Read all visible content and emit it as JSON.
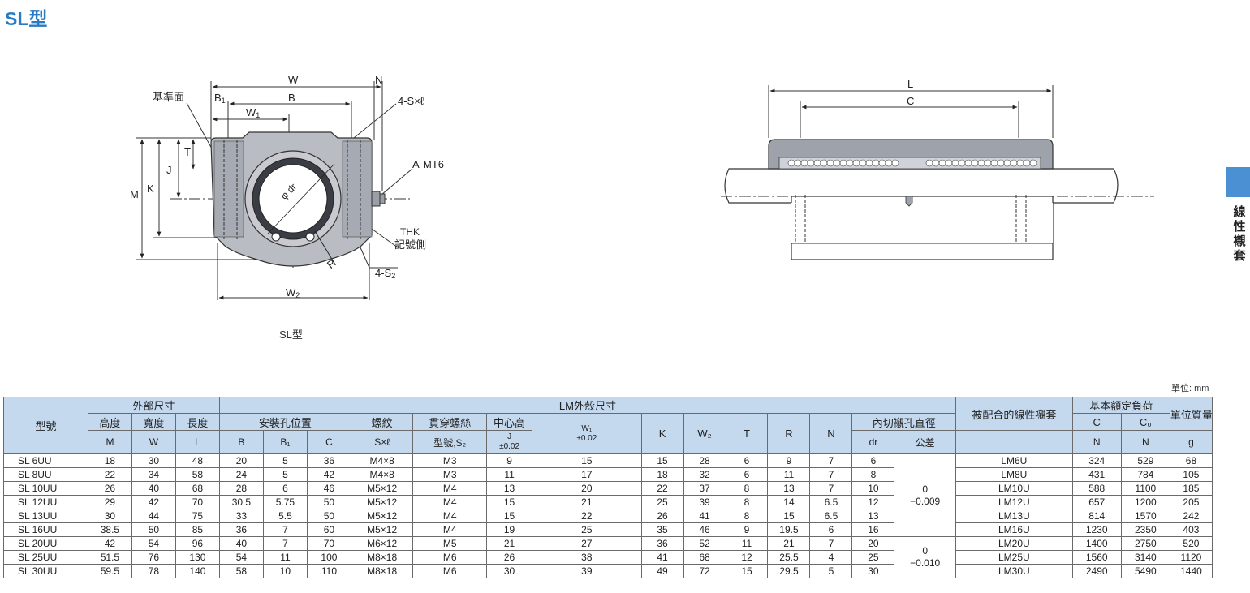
{
  "page": {
    "title": "SL型",
    "caption": "SL型",
    "side_label": "線性襯套",
    "unit": "單位: mm"
  },
  "diagram_front": {
    "labels": {
      "W": "W",
      "N": "N",
      "B1": "B",
      "B1_sub": "1",
      "B": "B",
      "W1": "W",
      "W1_sub": "1",
      "ref_face": "基準面",
      "sxl": "4-S×ℓ",
      "T": "T",
      "J": "J",
      "K": "K",
      "M": "M",
      "amt": "A-MT6",
      "thk": "THK",
      "mark_side": "記號側",
      "dr": "φ dr",
      "R": "R",
      "s2": "4-S",
      "s2_sub": "2",
      "W2": "W",
      "W2_sub": "2"
    }
  },
  "diagram_side": {
    "labels": {
      "L": "L",
      "C": "C"
    }
  },
  "table": {
    "head": {
      "model": "型號",
      "outer": "外部尺寸",
      "housing": "LM外殼尺寸",
      "mounting": "安裝孔位置",
      "thread": "螺紋",
      "through": "貫穿螺絲",
      "center_height": "中心高",
      "inscribed": "內切襯孔直徑",
      "bushing": "被配合的線性襯套",
      "load": "基本額定負荷",
      "mass": "單位質量",
      "height": "高度",
      "width": "寬度",
      "length": "長度",
      "M": "M",
      "W": "W",
      "L": "L",
      "B": "B",
      "B1": "B₁",
      "C": "C",
      "sxl": "S×ℓ",
      "s2": "型號,S₂",
      "J": "J",
      "J_tol": "±0.02",
      "W1": "W₁",
      "W1_tol": "±0.02",
      "K": "K",
      "W2": "W₂",
      "T": "T",
      "R": "R",
      "N": "N",
      "dr": "dr",
      "tolerance": "公差",
      "C_load": "C",
      "C0_load": "C₀",
      "N_unit": "N",
      "N_unit2": "N",
      "g_unit": "g"
    },
    "tolerance_groups": [
      {
        "upper": "0",
        "lower": "−0.009"
      },
      {
        "upper": "0",
        "lower": "−0.010"
      }
    ],
    "rows": [
      {
        "model": "SL 6UU",
        "M": "18",
        "W": "30",
        "L": "48",
        "B": "20",
        "B1": "5",
        "C": "36",
        "sxl": "M4×8",
        "s2": "M3",
        "J": "9",
        "W1": "15",
        "K": "15",
        "W2": "28",
        "T": "6",
        "R": "9",
        "N": "7",
        "dr": "6",
        "bushing": "LM6U",
        "C_load": "324",
        "C0_load": "529",
        "mass": "68"
      },
      {
        "model": "SL 8UU",
        "M": "22",
        "W": "34",
        "L": "58",
        "B": "24",
        "B1": "5",
        "C": "42",
        "sxl": "M4×8",
        "s2": "M3",
        "J": "11",
        "W1": "17",
        "K": "18",
        "W2": "32",
        "T": "6",
        "R": "11",
        "N": "7",
        "dr": "8",
        "bushing": "LM8U",
        "C_load": "431",
        "C0_load": "784",
        "mass": "105"
      },
      {
        "model": "SL 10UU",
        "M": "26",
        "W": "40",
        "L": "68",
        "B": "28",
        "B1": "6",
        "C": "46",
        "sxl": "M5×12",
        "s2": "M4",
        "J": "13",
        "W1": "20",
        "K": "22",
        "W2": "37",
        "T": "8",
        "R": "13",
        "N": "7",
        "dr": "10",
        "bushing": "LM10U",
        "C_load": "588",
        "C0_load": "1100",
        "mass": "185"
      },
      {
        "model": "SL 12UU",
        "M": "29",
        "W": "42",
        "L": "70",
        "B": "30.5",
        "B1": "5.75",
        "C": "50",
        "sxl": "M5×12",
        "s2": "M4",
        "J": "15",
        "W1": "21",
        "K": "25",
        "W2": "39",
        "T": "8",
        "R": "14",
        "N": "6.5",
        "dr": "12",
        "bushing": "LM12U",
        "C_load": "657",
        "C0_load": "1200",
        "mass": "205"
      },
      {
        "model": "SL 13UU",
        "M": "30",
        "W": "44",
        "L": "75",
        "B": "33",
        "B1": "5.5",
        "C": "50",
        "sxl": "M5×12",
        "s2": "M4",
        "J": "15",
        "W1": "22",
        "K": "26",
        "W2": "41",
        "T": "8",
        "R": "15",
        "N": "6.5",
        "dr": "13",
        "bushing": "LM13U",
        "C_load": "814",
        "C0_load": "1570",
        "mass": "242"
      },
      {
        "model": "SL 16UU",
        "M": "38.5",
        "W": "50",
        "L": "85",
        "B": "36",
        "B1": "7",
        "C": "60",
        "sxl": "M5×12",
        "s2": "M4",
        "J": "19",
        "W1": "25",
        "K": "35",
        "W2": "46",
        "T": "9",
        "R": "19.5",
        "N": "6",
        "dr": "16",
        "bushing": "LM16U",
        "C_load": "1230",
        "C0_load": "2350",
        "mass": "403"
      },
      {
        "model": "SL 20UU",
        "M": "42",
        "W": "54",
        "L": "96",
        "B": "40",
        "B1": "7",
        "C": "70",
        "sxl": "M6×12",
        "s2": "M5",
        "J": "21",
        "W1": "27",
        "K": "36",
        "W2": "52",
        "T": "11",
        "R": "21",
        "N": "7",
        "dr": "20",
        "bushing": "LM20U",
        "C_load": "1400",
        "C0_load": "2750",
        "mass": "520"
      },
      {
        "model": "SL 25UU",
        "M": "51.5",
        "W": "76",
        "L": "130",
        "B": "54",
        "B1": "11",
        "C": "100",
        "sxl": "M8×18",
        "s2": "M6",
        "J": "26",
        "W1": "38",
        "K": "41",
        "W2": "68",
        "T": "12",
        "R": "25.5",
        "N": "4",
        "dr": "25",
        "bushing": "LM25U",
        "C_load": "1560",
        "C0_load": "3140",
        "mass": "1120"
      },
      {
        "model": "SL 30UU",
        "M": "59.5",
        "W": "78",
        "L": "140",
        "B": "58",
        "B1": "10",
        "C": "110",
        "sxl": "M8×18",
        "s2": "M6",
        "J": "30",
        "W1": "39",
        "K": "49",
        "W2": "72",
        "T": "15",
        "R": "29.5",
        "N": "5",
        "dr": "30",
        "bushing": "LM30U",
        "C_load": "2490",
        "C0_load": "5490",
        "mass": "1440"
      }
    ]
  }
}
